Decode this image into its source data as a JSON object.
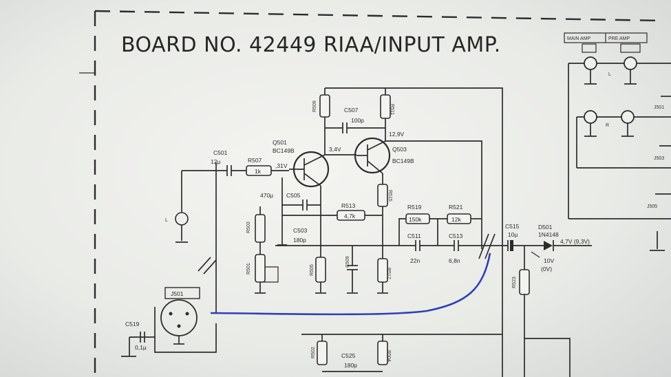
{
  "title": "BOARD NO. 42449 RIAA/INPUT AMP.",
  "labels": {
    "c501": "C501",
    "c501_val": "12µ",
    "r507": "R507",
    "r507_val": "1k",
    "q501": "Q501",
    "q501_type": "BC149B",
    "q503": "Q503",
    "q503_type": "BC149B",
    "r509": "R509",
    "r511": "R511",
    "c507": "C507",
    "c507_val": "100p",
    "v_12_9": "12,9V",
    "v_31": ",31V",
    "v_3_4": "3,4V",
    "c505_val": "470µ",
    "c505": "C505",
    "r513": "R513",
    "r513_val": "4,7k",
    "r503": "R503",
    "c503": "C503",
    "c503_val": "180p",
    "r501": "R501",
    "r505": "R505",
    "c509": "C509",
    "r515": "R515",
    "r517": "R517",
    "r519": "R519",
    "r519_val": "150k",
    "r521": "R521",
    "r521_val": "12k",
    "c511": "C511",
    "c511_val": "22n",
    "c513": "C513",
    "c513_val": "6,8n",
    "c515": "C515",
    "c515_val": "10µ",
    "d501": "D501",
    "d501_type": "1N4148",
    "d_volt": "4,7V (9,3V)",
    "v_10": "10V",
    "v_0": "(0V)",
    "r523": "R523",
    "c519": "C519",
    "c519_val": "0,1µ",
    "c525": "C525",
    "c525_val": "180p",
    "r502": "R502",
    "r504": "R504",
    "l_mark": "L",
    "r_mark": "R",
    "j501": "J501",
    "j503": "J503",
    "j505": "J505",
    "amp_box1": "MAIN AMP",
    "amp_box2": "PRE AMP"
  }
}
